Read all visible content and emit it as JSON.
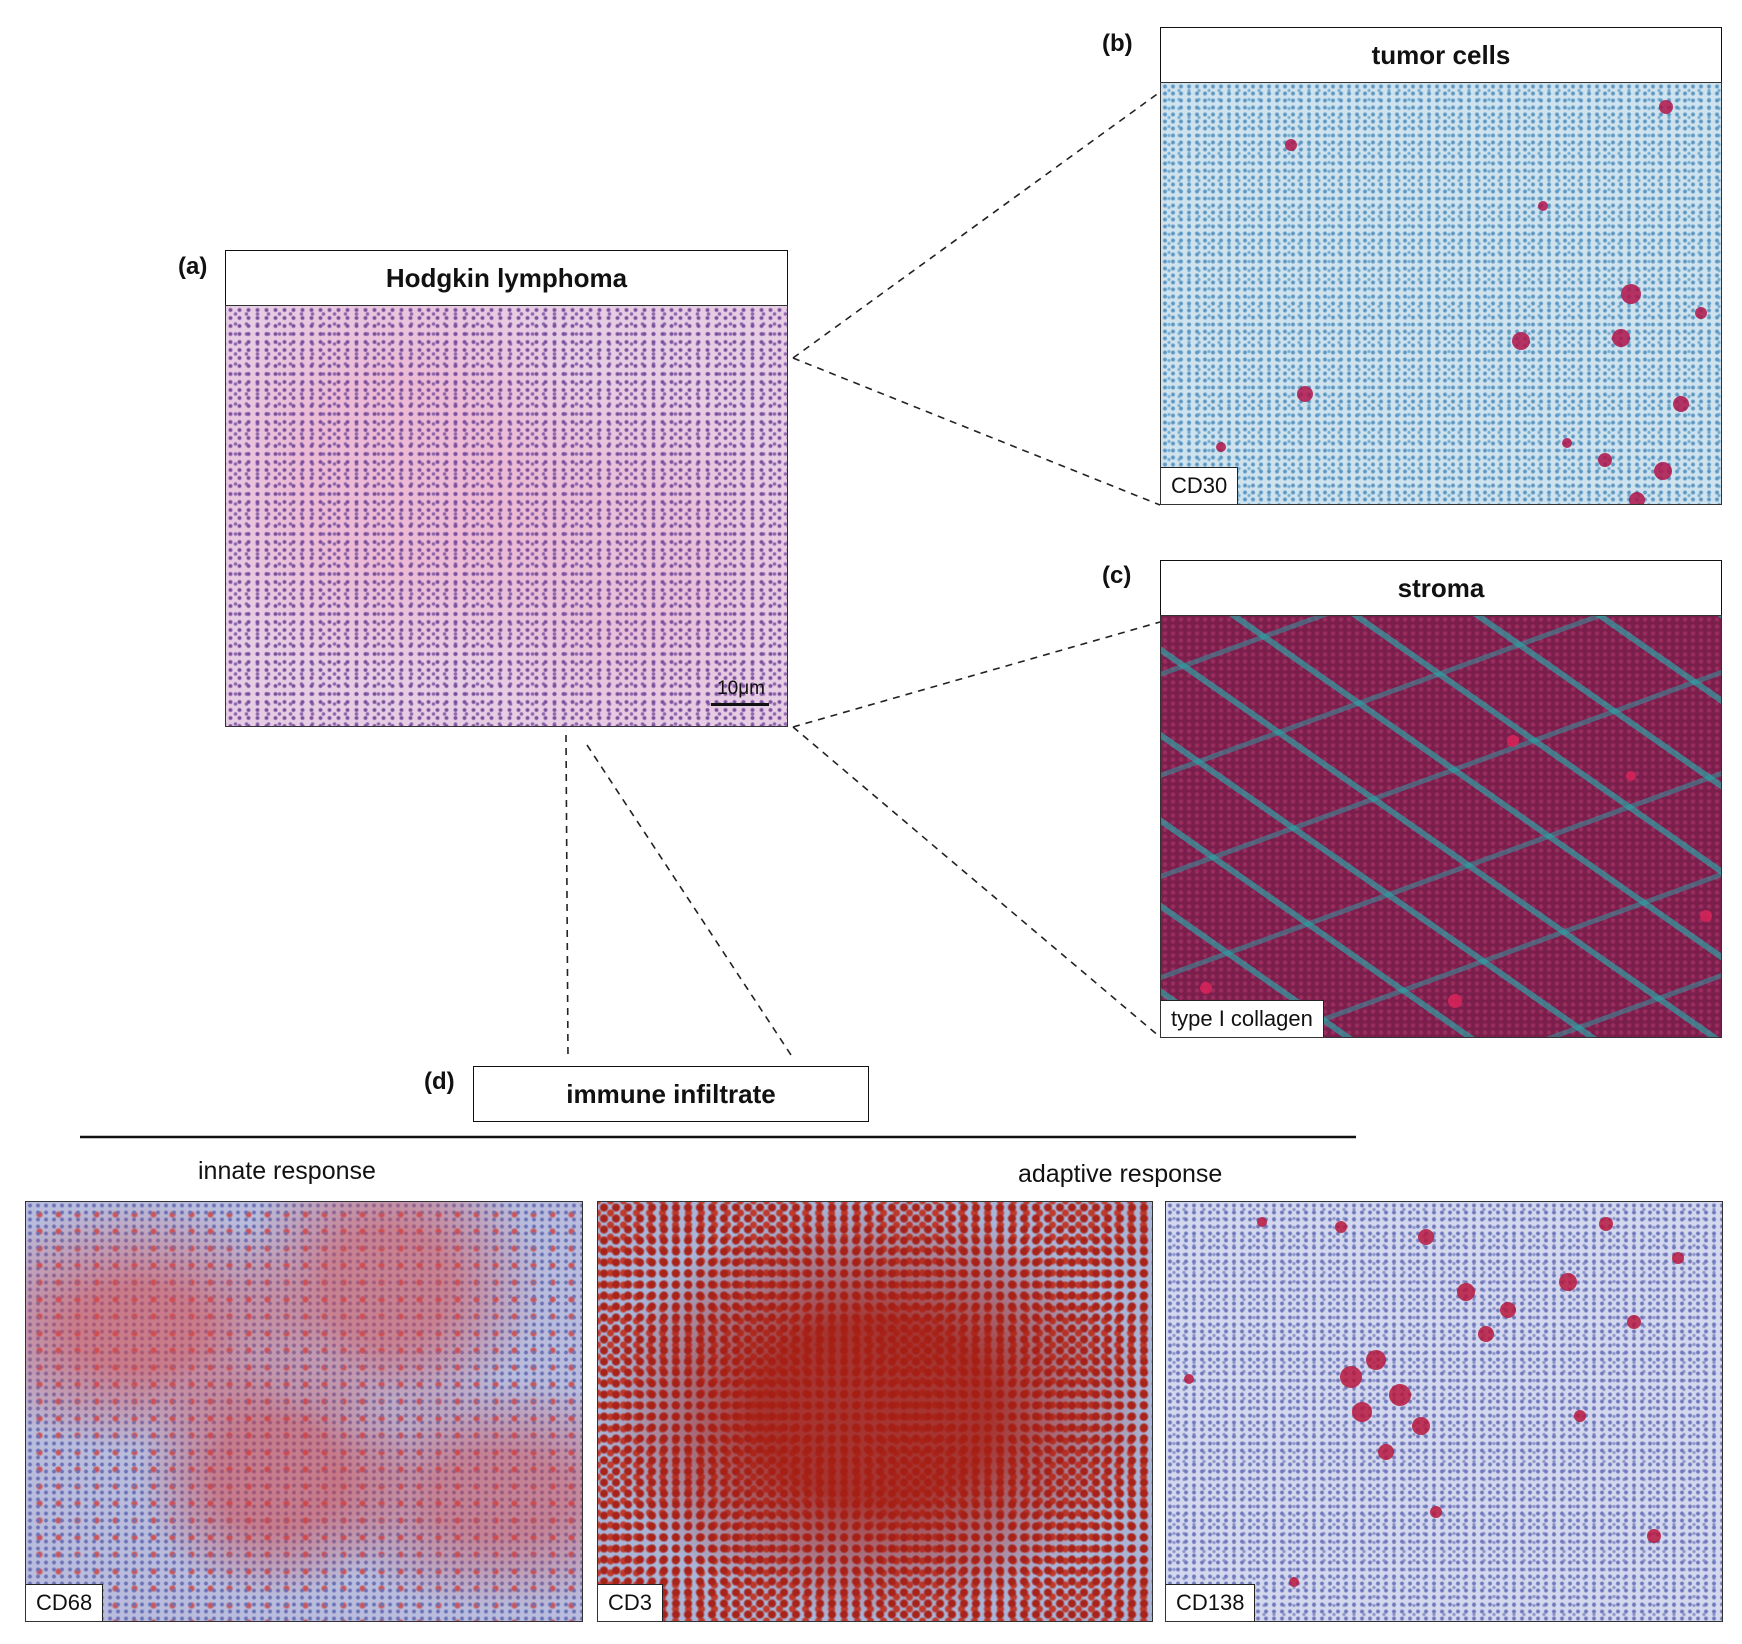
{
  "panels": {
    "a": {
      "letter": "(a)",
      "title": "Hodgkin lymphoma",
      "scale_bar": "10μm"
    },
    "b": {
      "letter": "(b)",
      "title": "tumor cells",
      "stain": "CD30"
    },
    "c": {
      "letter": "(c)",
      "title": "stroma",
      "stain": "type I collagen"
    },
    "d": {
      "letter": "(d)",
      "title": "immune infiltrate",
      "innate_label": "innate response",
      "adaptive_label": "adaptive response",
      "stains": [
        "CD68",
        "CD3",
        "CD138"
      ]
    }
  },
  "colors": {
    "he_pink": "#e7cde4",
    "cd30_blue": "#cfe3ee",
    "stroma_magenta": "#7a1e4c",
    "collagen_teal": "#28aaaa",
    "stain_red": "#c03a2c"
  }
}
